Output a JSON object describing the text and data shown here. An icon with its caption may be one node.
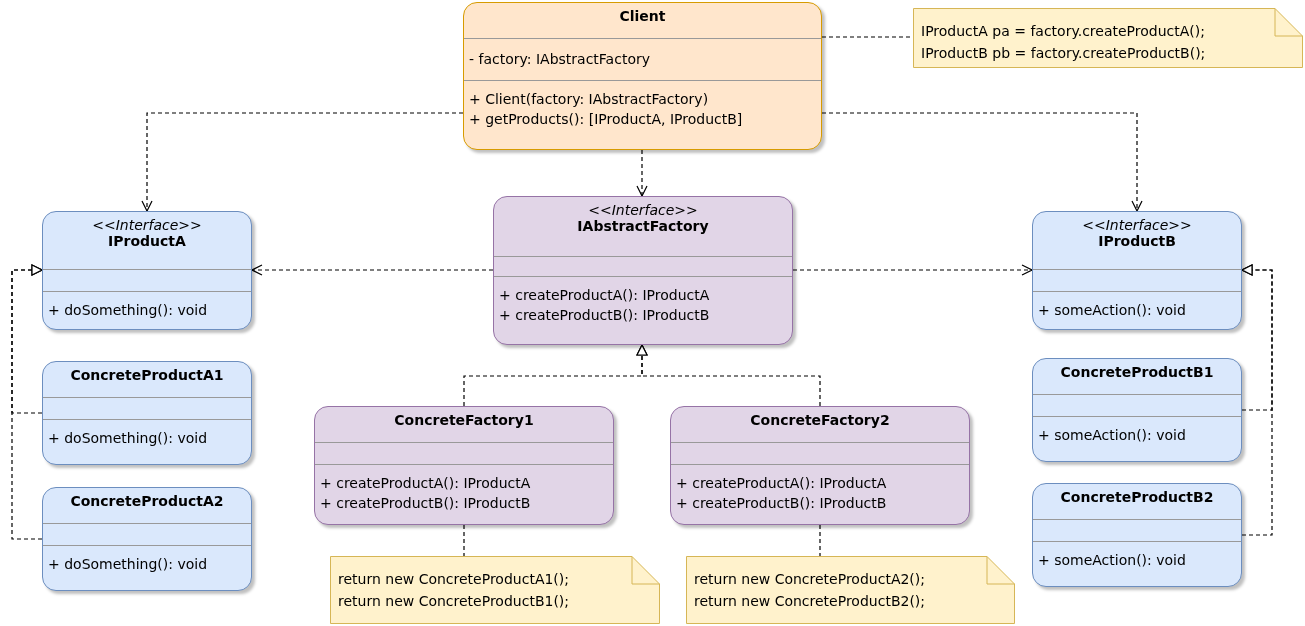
{
  "diagram": {
    "nodes": [
      {
        "text": [
          "Client",
          "- factory: IAbstractFactory",
          "+ Client(factory: IAbstractFactory)",
          "+ getProducts(): [IProductA, IProductB]"
        ]
      },
      {
        "text": [
          "IProductA pa = factory.createProductA();",
          "IProductB pb = factory.createProductB();"
        ]
      },
      {
        "text": [
          "<<Interface>>",
          "IProductA",
          "+ doSomething(): void"
        ]
      },
      {
        "text": [
          "<<Interface>>",
          "IAbstractFactory",
          "+ createProductA(): IProductA",
          "+ createProductB(): IProductB"
        ]
      },
      {
        "text": [
          "<<Interface>>",
          "IProductB",
          "+ someAction(): void"
        ]
      },
      {
        "text": [
          "ConcreteProductA1",
          "+ doSomething(): void"
        ]
      },
      {
        "text": [
          "ConcreteProductA2",
          "+ doSomething(): void"
        ]
      },
      {
        "text": [
          "ConcreteFactory1",
          "+ createProductA(): IProductA",
          "+ createProductB(): IProductB"
        ]
      },
      {
        "text": [
          "ConcreteFactory2",
          "+ createProductA(): IProductA",
          "+ createProductB(): IProductB"
        ]
      },
      {
        "text": [
          "ConcreteProductB1",
          "+ someAction(): void"
        ]
      },
      {
        "text": [
          "ConcreteProductB2",
          "+ someAction(): void"
        ]
      },
      {
        "text": [
          "return new ConcreteProductA1();",
          "return new ConcreteProductB1();"
        ]
      },
      {
        "text": [
          "return new ConcreteProductA2();",
          "return new ConcreteProductB2();"
        ]
      }
    ],
    "edges": [
      {
        "from": 0,
        "to": 1,
        "arrow": "none",
        "style": "dashed"
      },
      {
        "from": 0,
        "to": 2,
        "arrow": "to",
        "style": "dashed"
      },
      {
        "from": 0,
        "to": 3,
        "arrow": "to",
        "style": "dashed"
      },
      {
        "from": 0,
        "to": 4,
        "arrow": "to",
        "style": "dashed"
      },
      {
        "from": 3,
        "to": 2,
        "arrow": "to",
        "style": "dashed"
      },
      {
        "from": 3,
        "to": 4,
        "arrow": "to",
        "style": "dashed"
      },
      {
        "from": 5,
        "to": 2,
        "arrow": "to",
        "style": "dashed"
      },
      {
        "from": 6,
        "to": 2,
        "arrow": "to",
        "style": "dashed"
      },
      {
        "from": 7,
        "to": 3,
        "arrow": "to",
        "style": "dashed"
      },
      {
        "from": 8,
        "to": 3,
        "arrow": "to",
        "style": "dashed"
      },
      {
        "from": 9,
        "to": 4,
        "arrow": "to",
        "style": "dashed"
      },
      {
        "from": 10,
        "to": 4,
        "arrow": "to",
        "style": "dashed"
      },
      {
        "from": 7,
        "to": 11,
        "arrow": "none",
        "style": "dashed"
      },
      {
        "from": 8,
        "to": 12,
        "arrow": "none",
        "style": "dashed"
      }
    ]
  }
}
